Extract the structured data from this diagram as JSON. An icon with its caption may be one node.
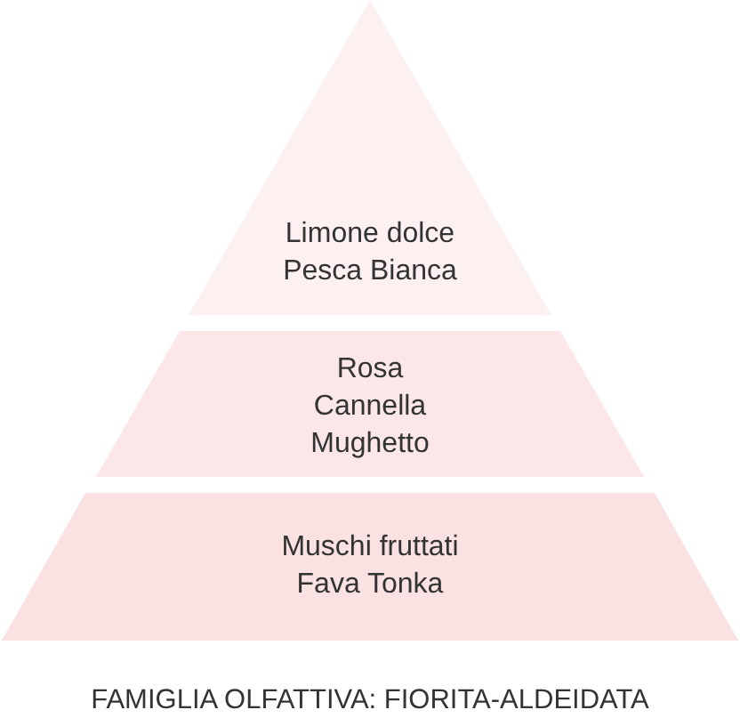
{
  "diagram": {
    "caption": "FAMIGLIA OLFATTIVA: FIORITA-ALDEIDATA",
    "nodes": [
      {
        "text": [
          "Limone dolce",
          "Pesca Bianca"
        ]
      },
      {
        "text": [
          "Rosa",
          "Cannella",
          "Mughetto"
        ]
      },
      {
        "text": [
          "Muschi fruttati",
          "Fava Tonka"
        ]
      }
    ]
  }
}
